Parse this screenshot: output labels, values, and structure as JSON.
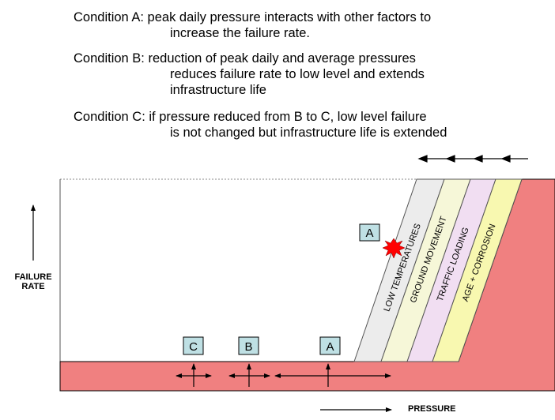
{
  "conditions": [
    {
      "line1": "Condition A: peak daily pressure interacts with other factors to",
      "line2": "increase the failure rate.",
      "line3": ""
    },
    {
      "line1": "Condition B: reduction of peak daily and average pressures",
      "line2": "reduces failure rate to low level and extends",
      "line3": "infrastructure life"
    },
    {
      "line1": "Condition C: if pressure reduced from B to C, low level failure",
      "line2": "is not changed but infrastructure life is extended",
      "line3": ""
    }
  ],
  "axes": {
    "y_label_line1": "FAILURE",
    "y_label_line2": "RATE",
    "x_label": "PRESSURE"
  },
  "bands": [
    {
      "label": "LOW TEMPERATURES",
      "color": "#ececec"
    },
    {
      "label": "GROUND MOVEMENT",
      "color": "#f6f7d8"
    },
    {
      "label": "TRAFFIC  LOADING",
      "color": "#f1def2"
    },
    {
      "label": "AGE + CORROSION",
      "color": "#f8f8b0"
    }
  ],
  "markers": {
    "a_top": "A",
    "c": "C",
    "b": "B",
    "a_bottom": "A"
  },
  "colors": {
    "failure_region": "#f08080",
    "marker_box": "#bfe0e4",
    "burst": "#ff0000"
  }
}
